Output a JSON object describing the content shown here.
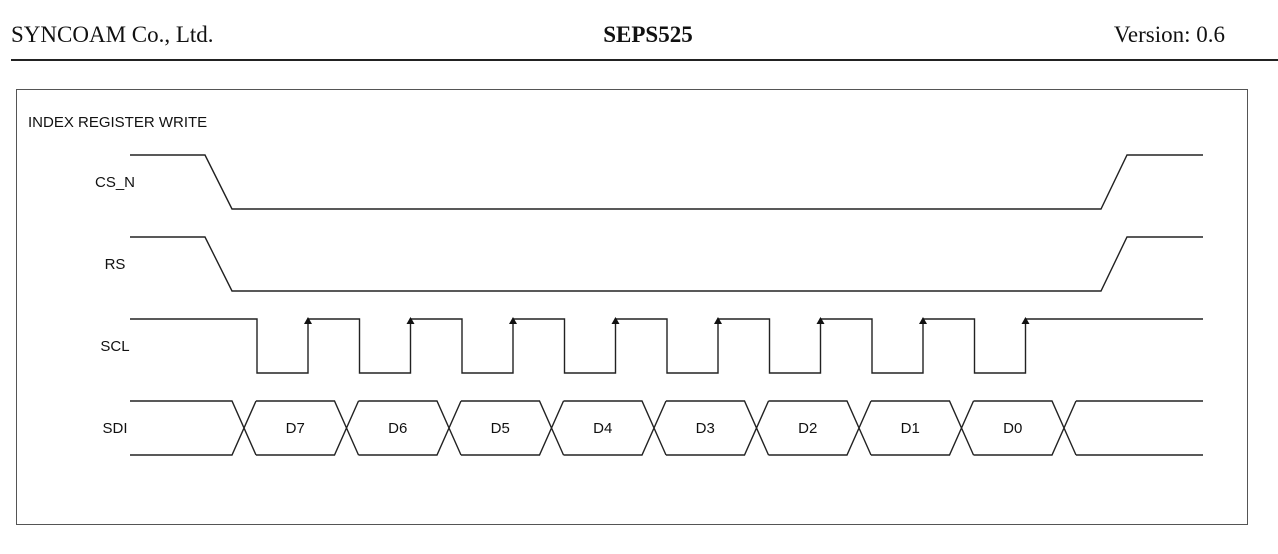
{
  "header": {
    "company": "SYNCOAM Co., Ltd.",
    "part_number": "SEPS525",
    "version": "Version: 0.6"
  },
  "diagram": {
    "title": "INDEX REGISTER WRITE",
    "signals": [
      {
        "name": "CS_N",
        "type": "level",
        "initial": "high",
        "transitions": [
          "fall",
          "rise"
        ]
      },
      {
        "name": "RS",
        "type": "level",
        "initial": "high",
        "transitions": [
          "fall",
          "rise"
        ]
      },
      {
        "name": "SCL",
        "type": "clock",
        "pulses": 8,
        "edge_marker": "rising-arrow"
      },
      {
        "name": "SDI",
        "type": "bus",
        "bits": [
          "D7",
          "D6",
          "D5",
          "D4",
          "D3",
          "D2",
          "D1",
          "D0"
        ]
      }
    ]
  },
  "colors": {
    "line": "#222222",
    "frame": "#555555",
    "text": "#111111"
  }
}
